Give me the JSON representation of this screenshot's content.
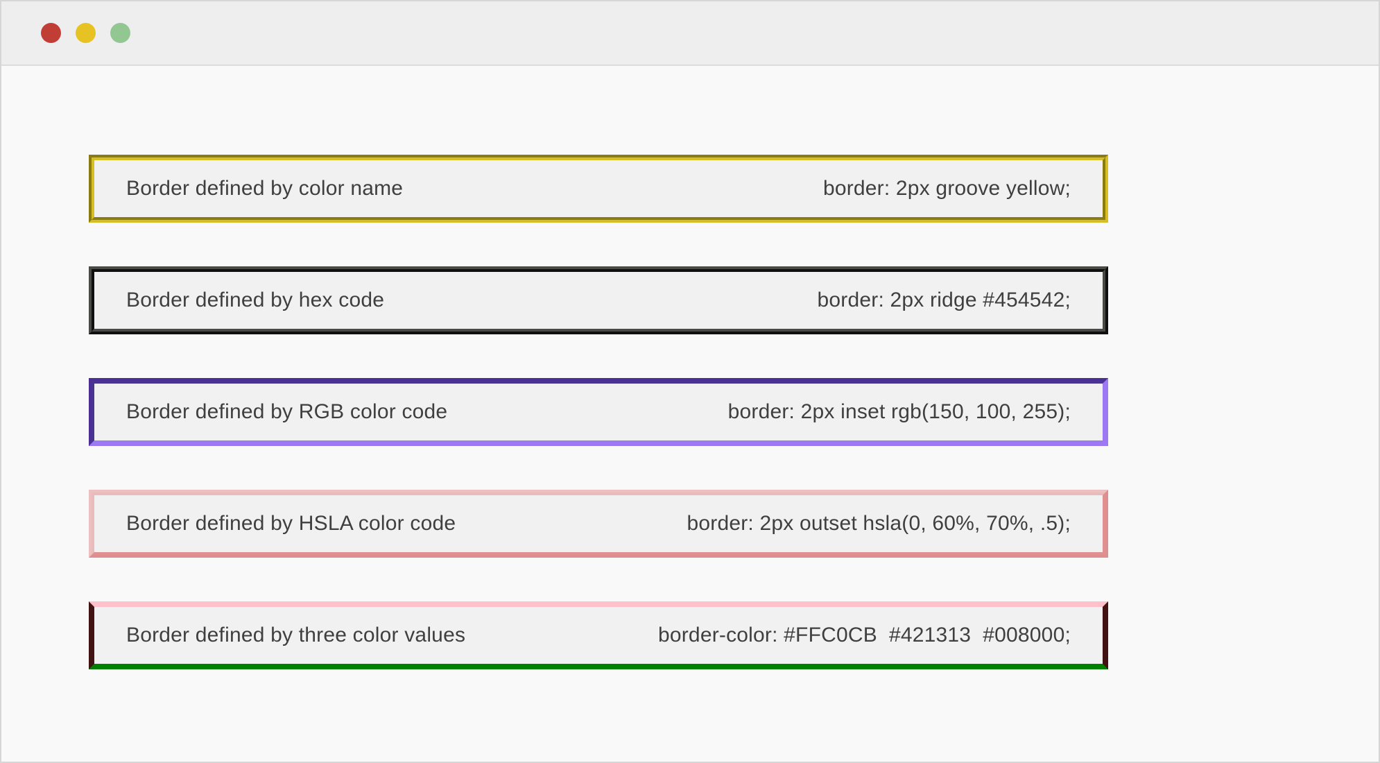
{
  "theme": {
    "page_bg": "#f9f9f9",
    "titlebar_bg": "#eeeeee",
    "box_bg": "#f1f1f1",
    "text_color": "#3f3f3f"
  },
  "window": {
    "titlebar": {
      "dots": [
        {
          "name": "close",
          "color": "#c13e36"
        },
        {
          "name": "minimize",
          "color": "#e6c322"
        },
        {
          "name": "maximize",
          "color": "#92c792"
        }
      ]
    }
  },
  "boxes": [
    {
      "label": "Border defined by color name",
      "code": "border: 2px groove yellow;",
      "border": {
        "style": "groove",
        "base_color": "yellow",
        "light": "#d6be27",
        "dark": "#8a7b13",
        "outer": "#8a7b13 #d6be27 #d6be27 #8a7b13",
        "inner": "#d6be27 #8a7b13 #8a7b13 #d6be27"
      }
    },
    {
      "label": "Border defined by hex code",
      "code": "border: 2px ridge #454542;",
      "border": {
        "style": "ridge",
        "base_color": "#454542",
        "light": "#4a4a47",
        "dark": "#101010",
        "outer": "#4a4a47 #101010 #101010 #4a4a47",
        "inner": "#101010 #4a4a47 #4a4a47 #101010"
      }
    },
    {
      "label": "Border defined by RGB color code",
      "code": "border: 2px inset rgb(150, 100, 255);",
      "border": {
        "style": "inset",
        "base_color": "rgb(150, 100, 255)",
        "light": "#9c78f3",
        "dark": "#4b2e96",
        "outer": "#4b2e96 #9c78f3 #9c78f3 #4b2e96",
        "inner": "#493491 #9c78f3 #9c78f3 #493491"
      }
    },
    {
      "label": "Border defined by HSLA color code",
      "code": "border: 2px outset hsla(0, 60%, 70%, .5);",
      "border": {
        "style": "outset",
        "base_color": "hsla(0, 60%, 70%, .5)",
        "light": "#ecc0c0",
        "dark": "#de8e8e",
        "outer": "#ecc0c0 #de8e8e #de8e8e #ecc0c0",
        "inner": "#eabbbb #df9090 #df9090 #eabbbb"
      }
    },
    {
      "label": "Border defined by three color values",
      "code": "border-color: #FFC0CB  #421313  #008000;",
      "border": {
        "style": "solid",
        "top_color": "#FFC0CB",
        "side_color": "#421313",
        "bottom_color": "#008000",
        "outer": "#ffc0cb #421313 #008000 #421313",
        "inner": "#ffc0cb #421313 #008000 #421313"
      }
    }
  ]
}
